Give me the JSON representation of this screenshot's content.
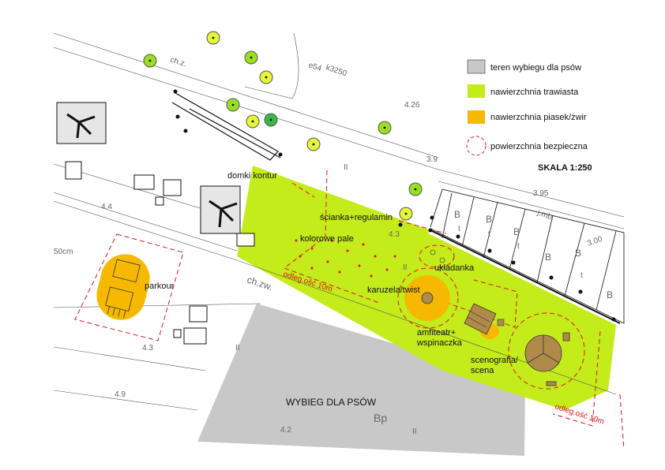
{
  "legend": {
    "items": [
      {
        "label": "teren wybiegu dla psów",
        "color": "#c8c8c8",
        "kind": "fill"
      },
      {
        "label": "nawierzchnia trawiasta",
        "color": "#c4eb1a",
        "kind": "fill"
      },
      {
        "label": "nawierzchnia piasek/żwir",
        "color": "#f7b900",
        "kind": "fill"
      },
      {
        "label": "powierzchnia bezpieczna",
        "color": "#e0141c",
        "kind": "dashed-circle"
      }
    ]
  },
  "scale_label": "SKALA 1:250",
  "labels": {
    "domki_kontur": "domki kontur",
    "scianka": "ścianka+regulamin",
    "kolorowe_pale": "kolorowe pale",
    "ukladanka": "układanka",
    "karuzela": "karuzela/twist",
    "amfiteatr_1": "amfiteatr+",
    "amfiteatr_2": "wspinaczka",
    "scenografia_1": "scenografia/",
    "scenografia_2": "scena",
    "parkour": "parkour",
    "wybieg": "WYBIEG DLA PSÓW",
    "odleg_1": "odleg.ość 10m",
    "odleg_2": "odleg.ość 10m"
  },
  "plan_text": {
    "ch_z": "ch.z.",
    "ch_zw": "ch.zw.",
    "e54": "e54",
    "k": "k3250",
    "v426": "4.26",
    "v44": "4.4",
    "v43a": "4.3",
    "v43b": "4.3",
    "v49": "4.9",
    "v42": "4.2",
    "v395": "3.95",
    "v300": "3.00",
    "v39": "3.9",
    "jmb": "j.mb.",
    "bp": "Bp",
    "cm": "50cm",
    "b": "B",
    "t": "t",
    "ii": "II"
  },
  "colors": {
    "grass": "#c4eb1a",
    "sand": "#f7b900",
    "dog_area": "#c8c8c8",
    "safety": "#e0141c",
    "line": "#111111"
  }
}
